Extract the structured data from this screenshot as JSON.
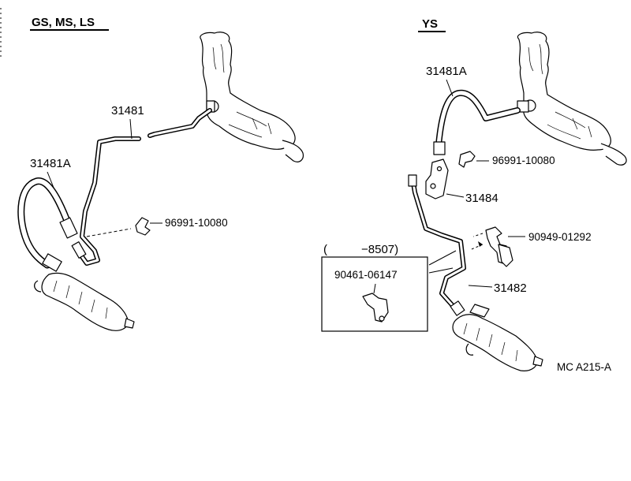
{
  "diagram": {
    "left_section": {
      "header": "GS, MS, LS",
      "labels": {
        "pipe": "31481",
        "hose": "31481A",
        "clamp": "96991-10080"
      }
    },
    "right_section": {
      "header": "YS",
      "labels": {
        "hose": "31481A",
        "clamp": "96991-10080",
        "bracket": "31484",
        "clip": "90949-01292",
        "pipe": "31482"
      },
      "inset": {
        "open_paren": "(",
        "range": "−8507)",
        "part": "90461-06147"
      }
    },
    "footer_code": "MC  A215-A"
  }
}
